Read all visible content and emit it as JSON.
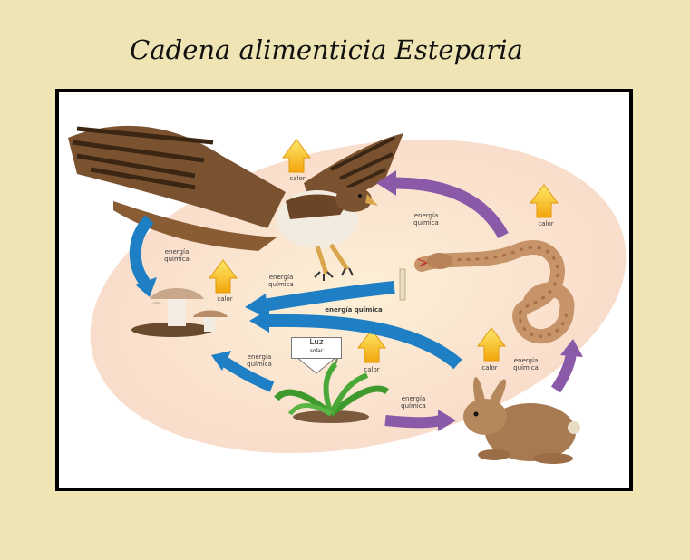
{
  "title": "Cadena alimenticia Esteparia",
  "labels": {
    "calor_top": "calor",
    "calor_snake": "calor",
    "calor_mushroom": "calor",
    "calor_plant": "calor",
    "calor_rabbit": "calor",
    "energia_quimica_hawk_snake": "energía\nquímica",
    "energia_quimica_hawk_mush": "energía\nquímica",
    "energia_quimica_snake_mush": "energía\nquímica",
    "energia_quimica_center": "energía química",
    "energia_quimica_plant_mush": "energía\nquímica",
    "energia_quimica_plant_rabbit": "energía\nquímica",
    "energia_quimica_rabbit_snake": "energía\nquímica",
    "luz_title": "Luz",
    "luz_sub": "solar"
  },
  "colors": {
    "background": "#efe4b3",
    "frame_border": "#000000",
    "ellipse": "#fbe3c8",
    "arrow_blue": "#1f7fc4",
    "arrow_purple": "#8a5aa8",
    "heat_arrow": "#f7c418"
  },
  "organisms": [
    "hawk-icon",
    "snake-icon",
    "rabbit-icon",
    "plant-icon",
    "mushroom-icon"
  ]
}
